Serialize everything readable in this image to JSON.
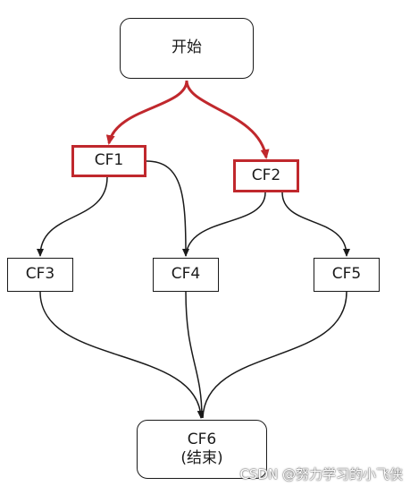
{
  "nodes": {
    "start": "开始",
    "cf1": "CF1",
    "cf2": "CF2",
    "cf3": "CF3",
    "cf4": "CF4",
    "cf5": "CF5",
    "cf6": "CF6",
    "cf6_sub": "(结束)"
  },
  "highlighted_nodes": [
    "CF1",
    "CF2"
  ],
  "edges": [
    {
      "from": "开始",
      "to": "CF1",
      "highlight": true
    },
    {
      "from": "开始",
      "to": "CF2",
      "highlight": true
    },
    {
      "from": "CF1",
      "to": "CF3",
      "highlight": false
    },
    {
      "from": "CF1",
      "to": "CF4",
      "highlight": false
    },
    {
      "from": "CF2",
      "to": "CF4",
      "highlight": false
    },
    {
      "from": "CF2",
      "to": "CF5",
      "highlight": false
    },
    {
      "from": "CF3",
      "to": "CF6",
      "highlight": false
    },
    {
      "from": "CF4",
      "to": "CF6",
      "highlight": false
    },
    {
      "from": "CF5",
      "to": "CF6",
      "highlight": false
    }
  ],
  "colors": {
    "highlight": "#c0282d",
    "default": "#1a1a1a"
  },
  "watermark": "CSDN @努力学习的小飞侠"
}
